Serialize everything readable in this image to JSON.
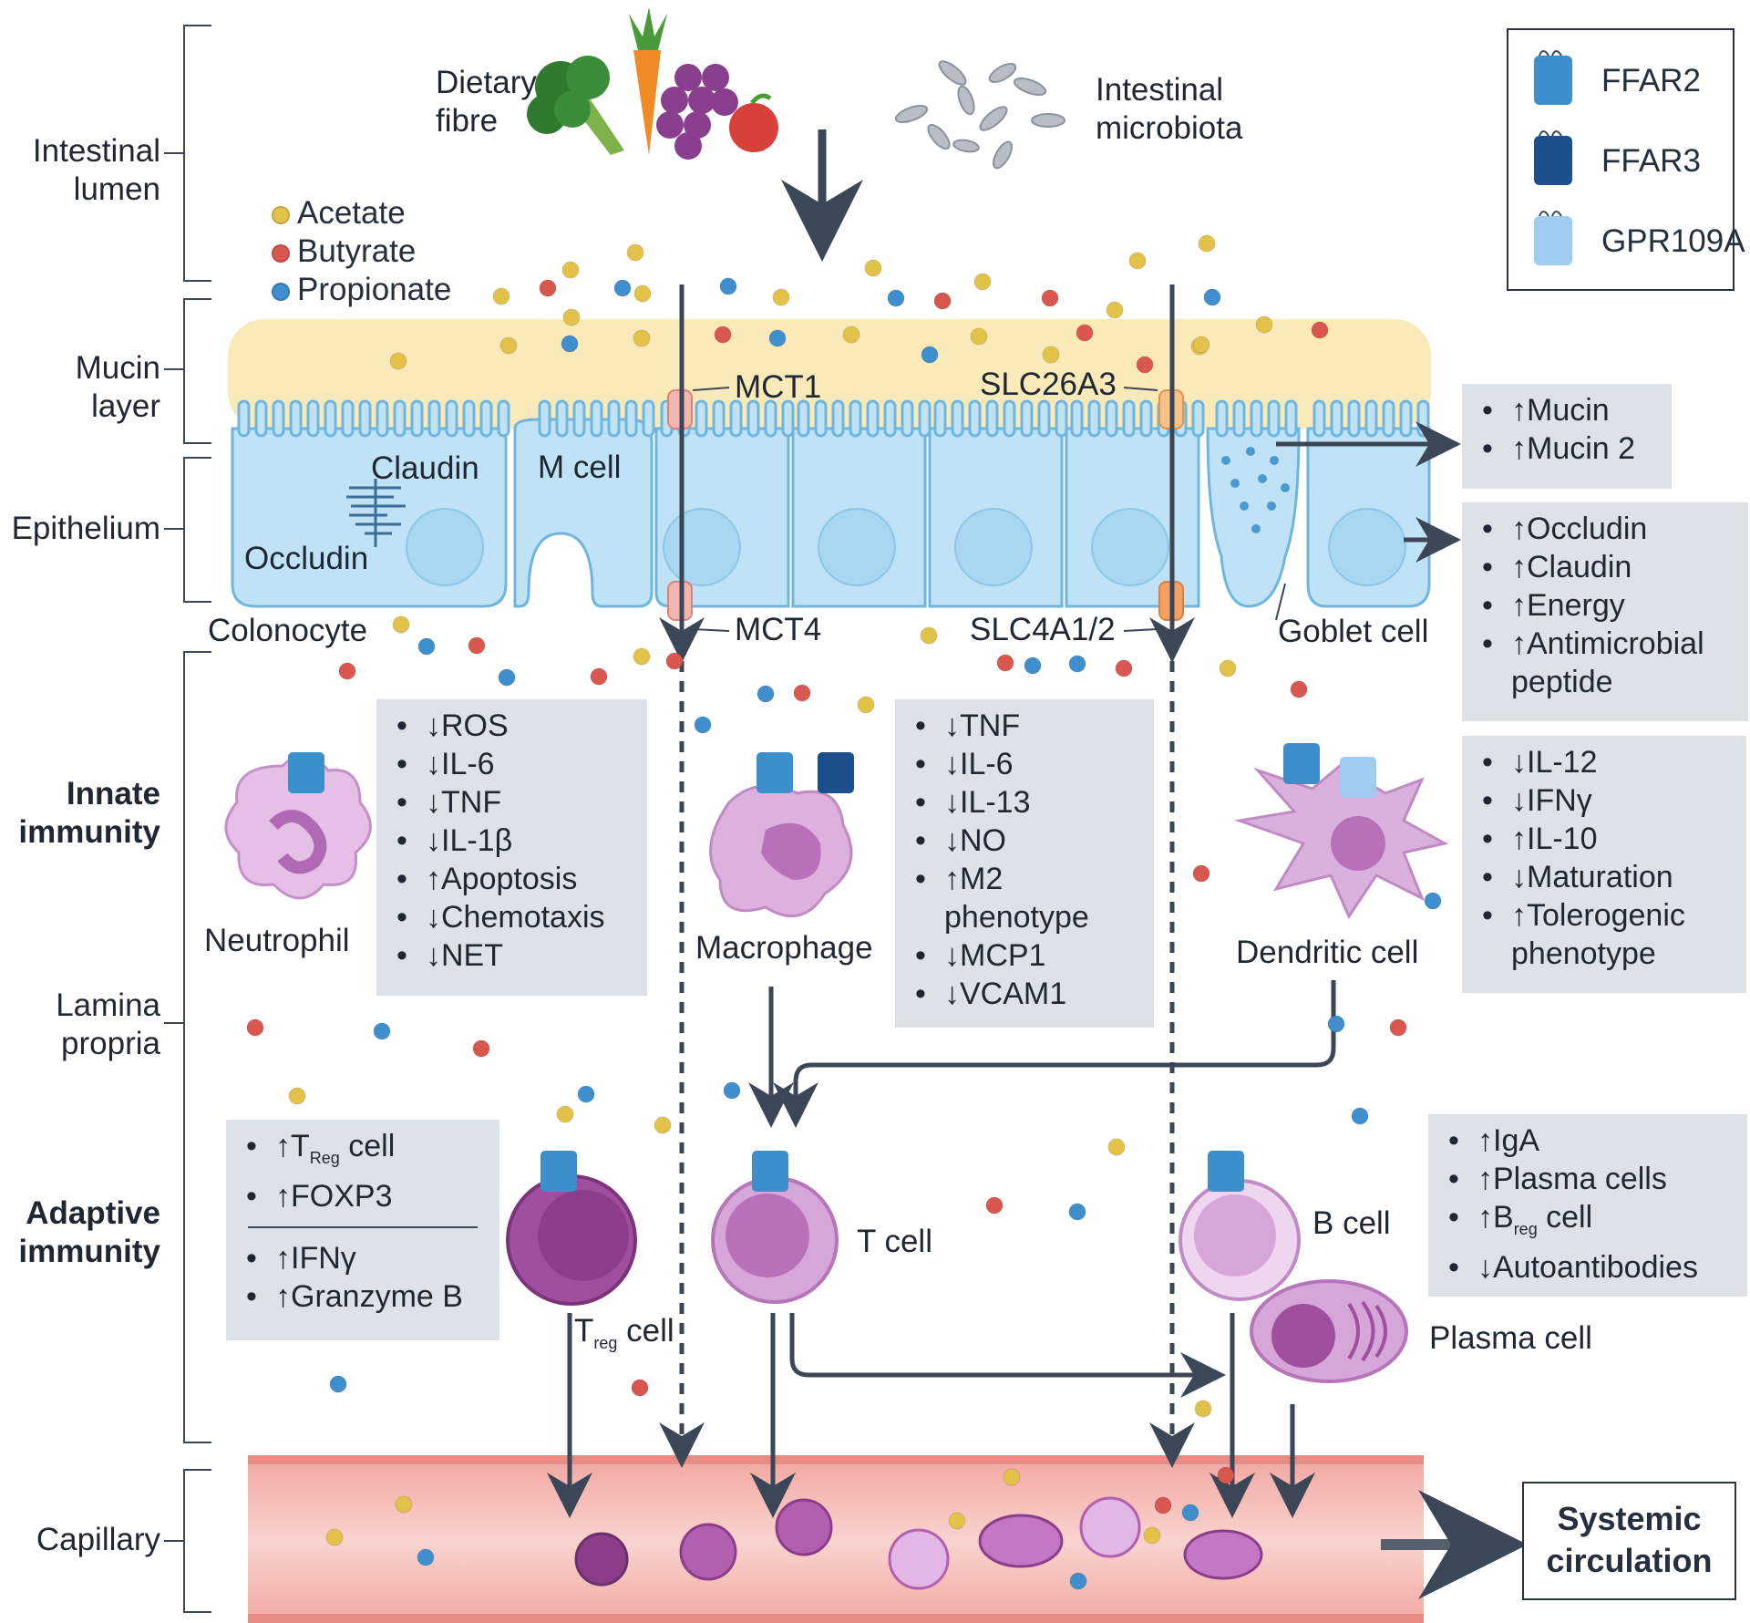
{
  "regions": {
    "lumen": [
      "Intestinal",
      "lumen"
    ],
    "mucin": [
      "Mucin",
      "layer"
    ],
    "epithelium": "Epithelium",
    "innate": [
      "Innate",
      "immunity"
    ],
    "lamina": [
      "Lamina",
      "propria"
    ],
    "adaptive": [
      "Adaptive",
      "immunity"
    ],
    "capillary": "Capillary"
  },
  "top": {
    "fibre": [
      "Dietary",
      "fibre"
    ],
    "microbiota": [
      "Intestinal",
      "microbiota"
    ]
  },
  "scfa": {
    "acetate": "Acetate",
    "butyrate": "Butyrate",
    "propionate": "Propionate",
    "colors": {
      "acetate": "#e3c24a",
      "butyrate": "#d9574f",
      "propionate": "#3f8fcf"
    }
  },
  "legend": {
    "ffar2": "FFAR2",
    "ffar3": "FFAR3",
    "gpr109a": "GPR109A",
    "colors": {
      "ffar2": "#3d8fcc",
      "ffar3": "#1d4f8c",
      "gpr109a": "#9fcdef"
    }
  },
  "epithelium_labels": {
    "claudin": "Claudin",
    "occludin": "Occludin",
    "m_cell": "M cell",
    "colonocyte": "Colonocyte",
    "goblet": "Goblet cell",
    "mct1": "MCT1",
    "mct4": "MCT4",
    "slc26a3": "SLC26A3",
    "slc4a1": "SLC4A1/2"
  },
  "boxes": {
    "mucin": [
      "↑Mucin",
      "↑Mucin 2"
    ],
    "barrier": [
      "↑Occludin",
      "↑Claudin",
      "↑Energy",
      "↑Antimicrobial",
      "peptide"
    ],
    "neutrophil": [
      "↓ROS",
      "↓IL-6",
      "↓TNF",
      "↓IL-1β",
      "↑Apoptosis",
      "↓Chemotaxis",
      "↓NET"
    ],
    "macrophage": [
      "↓TNF",
      "↓IL-6",
      "↓IL-13",
      "↓NO",
      "↑M2",
      "phenotype",
      "↓MCP1",
      "↓VCAM1"
    ],
    "dendritic": [
      "↓IL-12",
      "↓IFNγ",
      "↑IL-10",
      "↓Maturation",
      "↑Tolerogenic",
      "phenotype"
    ],
    "treg_top": {
      "a_pre": "↑T",
      "a_sub": "Reg",
      "a_post": " cell",
      "b": "↑FOXP3"
    },
    "treg_bottom": [
      "↑IFNγ",
      "↑Granzyme B"
    ],
    "bcell": {
      "a": "↑IgA",
      "b": "↑Plasma cells",
      "c_pre": "↑B",
      "c_sub": "reg",
      "c_post": " cell",
      "d": "↓Autoantibodies"
    }
  },
  "cells": {
    "neutrophil": "Neutrophil",
    "macrophage": "Macrophage",
    "dendritic": "Dendritic cell",
    "treg_pre": "T",
    "treg_sub": "reg",
    "treg_post": " cell",
    "tcell": "T cell",
    "bcell": "B cell",
    "plasma": "Plasma cell"
  },
  "systemic": [
    "Systemic",
    "circulation"
  ]
}
